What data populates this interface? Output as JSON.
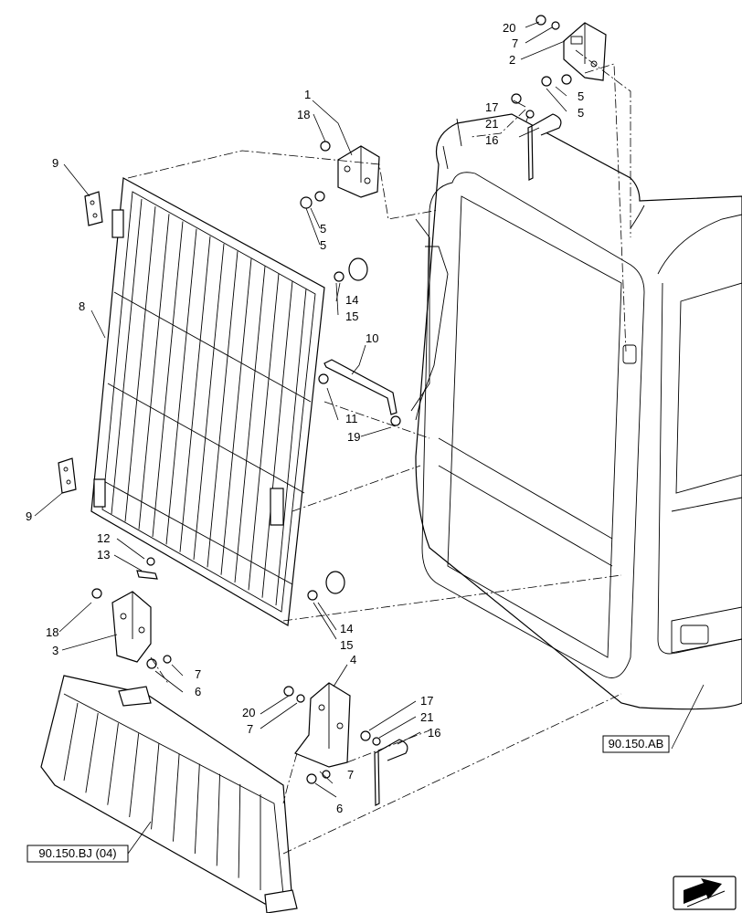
{
  "callouts": [
    "1",
    "2",
    "3",
    "4",
    "5",
    "5",
    "5",
    "5",
    "6",
    "6",
    "7",
    "7",
    "7",
    "7",
    "8",
    "9",
    "9",
    "10",
    "11",
    "12",
    "13",
    "14",
    "14",
    "15",
    "15",
    "16",
    "16",
    "17",
    "17",
    "18",
    "18",
    "19",
    "20",
    "20",
    "21",
    "21"
  ],
  "references": {
    "cab": "90.150.AB",
    "guard": "90.150.BJ (04)"
  },
  "icons": {
    "nav": "navigation-arrow-icon"
  }
}
